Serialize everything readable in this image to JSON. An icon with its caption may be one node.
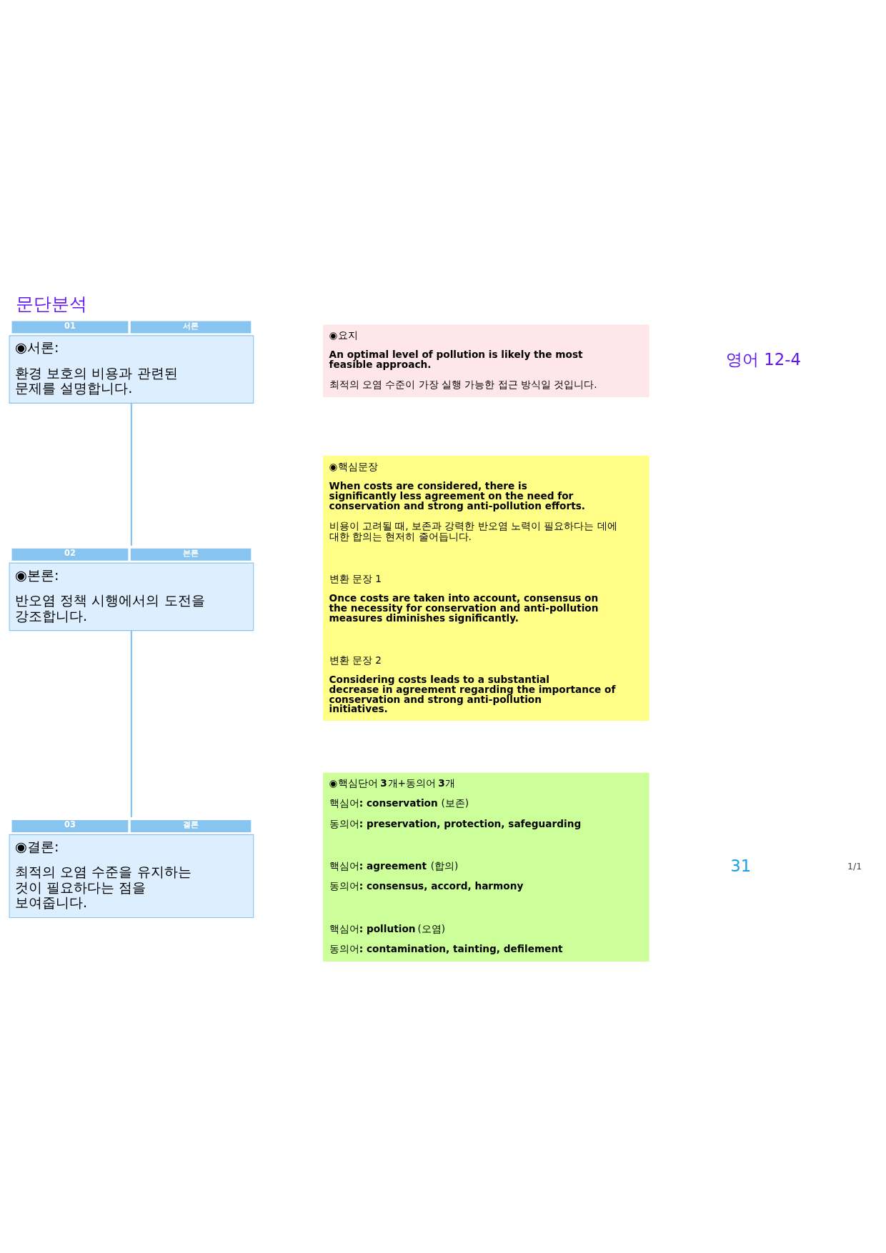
{
  "diagram": {
    "title": "문단분석",
    "nodes": [
      {
        "text": [
          "◉서론:",
          "환경 보호의 비용과 관련된 문제를 설명합니다."
        ],
        "beside": [
          "01",
          "서론"
        ]
      },
      {
        "text": [
          "◉본론:",
          "반오염 정책 시행에서의 도전을 강조합니다."
        ],
        "beside": [
          "02",
          "본론"
        ]
      },
      {
        "text": [
          "◉결론:",
          "최적의 오염 수준을 유지하는 것이 필요하다는 점을 보여줍니다."
        ],
        "beside": [
          "03",
          "결론"
        ]
      },
      {
        "text": [
          "◉요지",
          "**An optimal level of pollution is likely the most feasible approach.**",
          "최적의 오염 수준이 가장 실행 가능한 접근 방식일 것입니다."
        ]
      },
      {
        "text": [
          "◉핵심문장",
          "**When costs are considered, there is significantly less agreement on the need for conservation and strong anti-pollution efforts.**",
          "비용이 고려될 때, 보존과 강력한 반오염 노력이 필요하다는 데에 대한 합의는 현저히 줄어듭니다.",
          "변환 문장 1",
          "**Once costs are taken into account, consensus on the necessity for conservation and anti-pollution measures diminishes significantly.**",
          "변환 문장 2",
          "**Considering costs leads to a substantial decrease in agreement regarding the importance of conservation and strong anti-pollution initiatives.**"
        ]
      },
      {
        "text": [
          "◉핵심단어 **3**개+동의어 **3**개",
          "핵심어**: conservation** (보존)",
          "동의어**: preservation, protection, safeguarding**",
          "핵심어**: agreement** (합의)",
          "동의어**: consensus, accord, harmony**",
          "핵심어**: pollution** (오염)",
          "동의어**: contamination, tainting, defilement**"
        ]
      }
    ],
    "edges": [
      {
        "from": 0,
        "to": 1,
        "arrow": "none"
      },
      {
        "from": 1,
        "to": 2,
        "arrow": "none"
      }
    ],
    "labels": [
      "영어 12-4",
      "31",
      "1/1"
    ]
  }
}
